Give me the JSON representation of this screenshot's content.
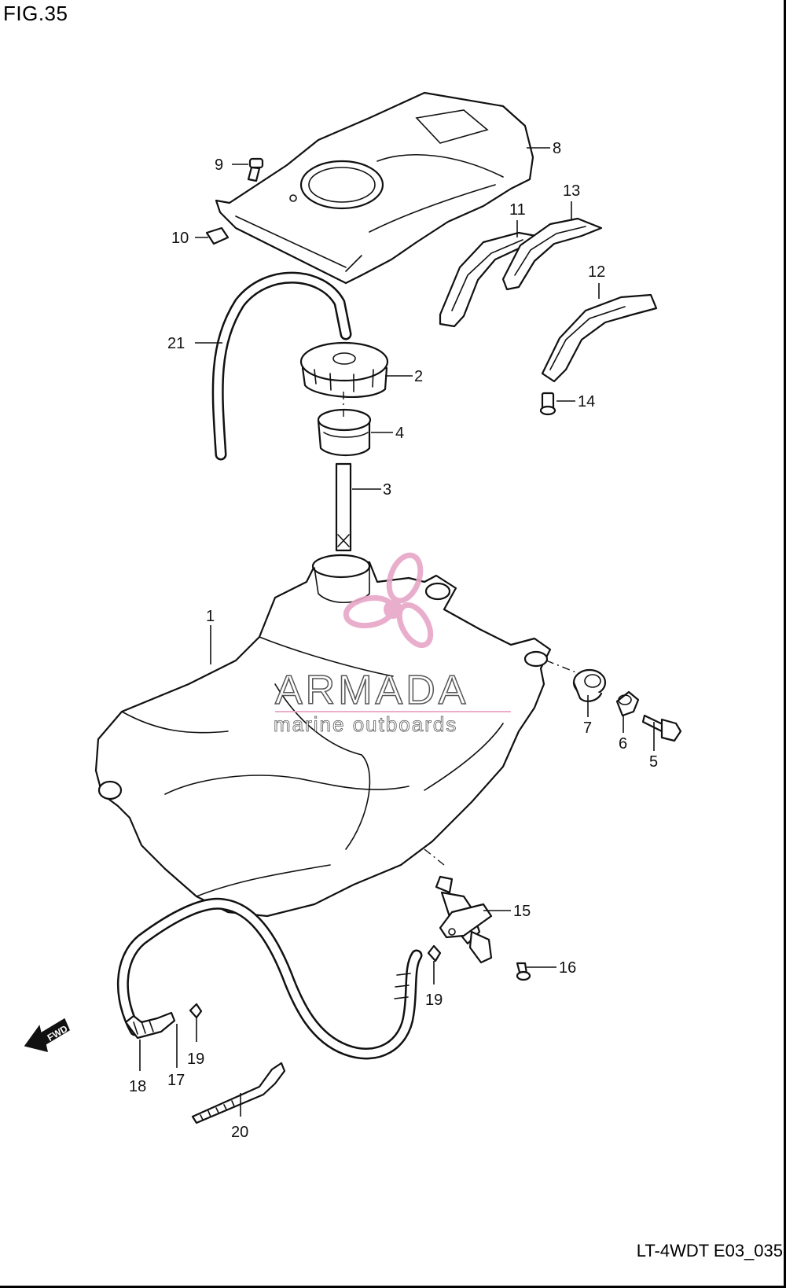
{
  "figure": {
    "title": "FIG.35",
    "code": "LT-4WDT E03_035",
    "fwd_label": "FWD"
  },
  "watermark": {
    "brand": "ARMADA",
    "tagline": "marine outboards",
    "color": "#e8a6c8"
  },
  "callouts": [
    "1",
    "2",
    "3",
    "4",
    "5",
    "6",
    "7",
    "8",
    "9",
    "10",
    "11",
    "12",
    "13",
    "14",
    "15",
    "16",
    "17",
    "18",
    "19",
    "19",
    "20",
    "21"
  ]
}
